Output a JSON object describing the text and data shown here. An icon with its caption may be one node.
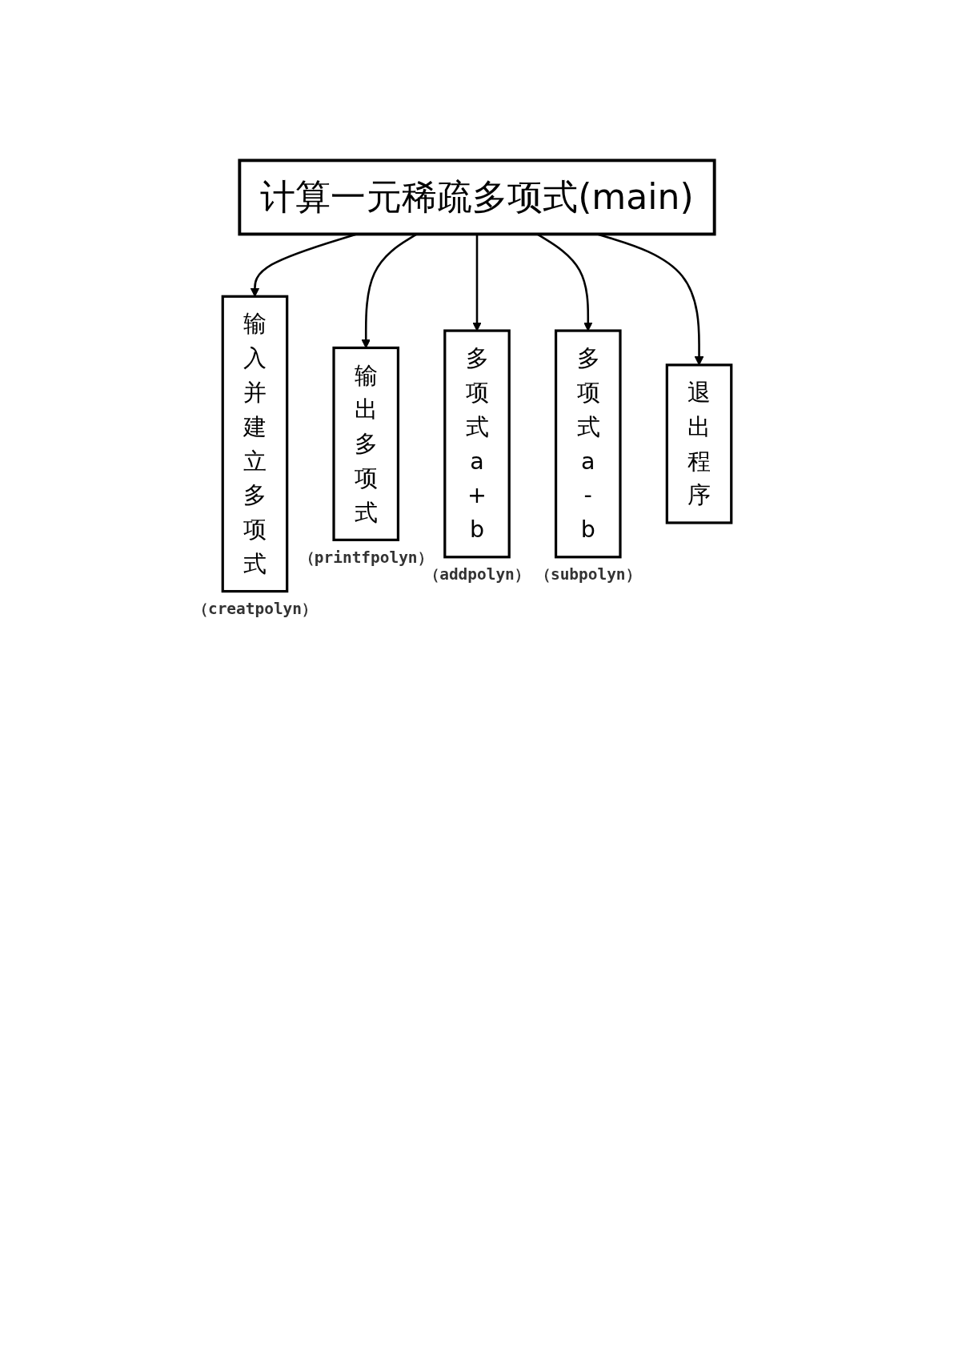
{
  "diagram": {
    "nodes": [
      {
        "text": [
          "计算一元稀疏多项式(main)"
        ]
      },
      {
        "text": [
          "输入并建立多项式"
        ],
        "beside": [
          "（creatpolyn）"
        ]
      },
      {
        "text": [
          "输出多项式"
        ],
        "beside": [
          "（printfpolyn）"
        ]
      },
      {
        "text": [
          "多项式a+b"
        ],
        "beside": [
          "（addpolyn）"
        ]
      },
      {
        "text": [
          "多项式a-b"
        ],
        "beside": [
          "（subpolyn）"
        ]
      },
      {
        "text": [
          "退出程序"
        ]
      }
    ],
    "edges": [
      {
        "from": 0,
        "to": 1,
        "arrow": "to"
      },
      {
        "from": 0,
        "to": 2,
        "arrow": "to"
      },
      {
        "from": 0,
        "to": 3,
        "arrow": "to"
      },
      {
        "from": 0,
        "to": 4,
        "arrow": "to"
      },
      {
        "from": 0,
        "to": 5,
        "arrow": "to"
      }
    ]
  }
}
